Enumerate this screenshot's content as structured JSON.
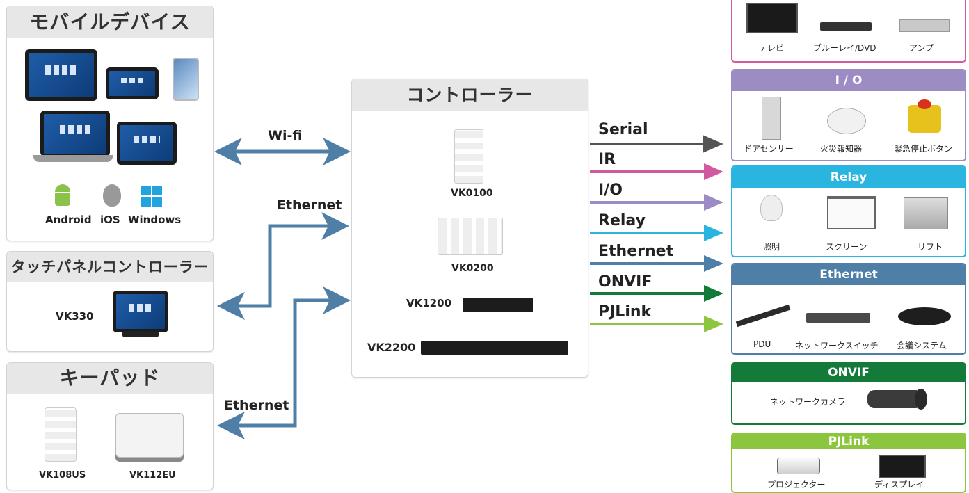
{
  "left": {
    "mobile": {
      "title": "モバイルデバイス",
      "os": [
        "Android",
        "iOS",
        "Windows"
      ],
      "os_icons": [
        "android-icon",
        "apple-icon",
        "windows-icon"
      ]
    },
    "touch": {
      "title": "タッチパネルコントローラー",
      "model": "VK330"
    },
    "keypad": {
      "title": "キーパッド",
      "models": [
        "VK108US",
        "VK112EU"
      ]
    }
  },
  "links": {
    "wifi": "Wi-fi",
    "ethernet_top": "Ethernet",
    "ethernet_bottom": "Ethernet"
  },
  "controller": {
    "title": "コントローラー",
    "models": [
      "VK0100",
      "VK0200",
      "VK1200",
      "VK2200"
    ]
  },
  "protocols": [
    "Serial",
    "IR",
    "I/O",
    "Relay",
    "Ethernet",
    "ONVIF",
    "PJLink"
  ],
  "targets": {
    "av": {
      "items": [
        "テレビ",
        "ブルーレイ/DVD",
        "アンプ"
      ]
    },
    "io": {
      "title": "I / O",
      "items": [
        "ドアセンサー",
        "火災報知器",
        "緊急停止ボタン"
      ]
    },
    "relay": {
      "title": "Relay",
      "items": [
        "照明",
        "スクリーン",
        "リフト"
      ]
    },
    "ethernet": {
      "title": "Ethernet",
      "items": [
        "PDU",
        "ネットワークスイッチ",
        "会議システム"
      ]
    },
    "onvif": {
      "title": "ONVIF",
      "items": [
        "ネットワークカメラ"
      ]
    },
    "pjlink": {
      "title": "PJLink",
      "items": [
        "プロジェクター",
        "ディスプレイ"
      ]
    }
  },
  "colors": {
    "link_blue": "#4f7fa6",
    "serial": "#555555",
    "ir": "#d05aa0",
    "io": "#9b8cc4",
    "relay": "#2ab4e0",
    "ethernet": "#4f7fa6",
    "onvif": "#137a3a",
    "pjlink": "#8cc63f"
  }
}
